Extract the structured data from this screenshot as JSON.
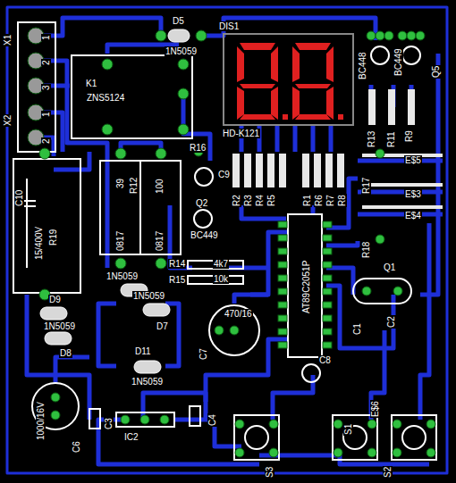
{
  "diagram": {
    "labels": [
      "X1",
      "1",
      "2",
      "3",
      "X2",
      "1",
      "2",
      "D5",
      "1N5059",
      "DIS1",
      "K1",
      "ZNS5124",
      "HD-K121",
      "BC448",
      "BC449",
      "Q5",
      "R13",
      "R11",
      "R9",
      "C10",
      "15/400V",
      "R19",
      "39",
      "R12",
      "100",
      "0817",
      "0817",
      "R16",
      "C9",
      "R2",
      "R3",
      "R4",
      "R5",
      "R1",
      "R6",
      "R7",
      "R8",
      "E$5",
      "R17",
      "E$3",
      "E$4",
      "R18",
      "Q2",
      "BC449",
      "AT89C2051P",
      "R14",
      "R15",
      "4k7",
      "10k",
      "1N5059",
      "1N5059",
      "D7",
      "D9",
      "1N5059",
      "D8",
      "Q1",
      "C1",
      "C2",
      "470/16",
      "C7",
      "C8",
      "D11",
      "1N5059",
      "1000/16V",
      "C6",
      "C3",
      "IC2",
      "C4",
      "S3",
      "S1",
      "E$6",
      "S2"
    ]
  }
}
